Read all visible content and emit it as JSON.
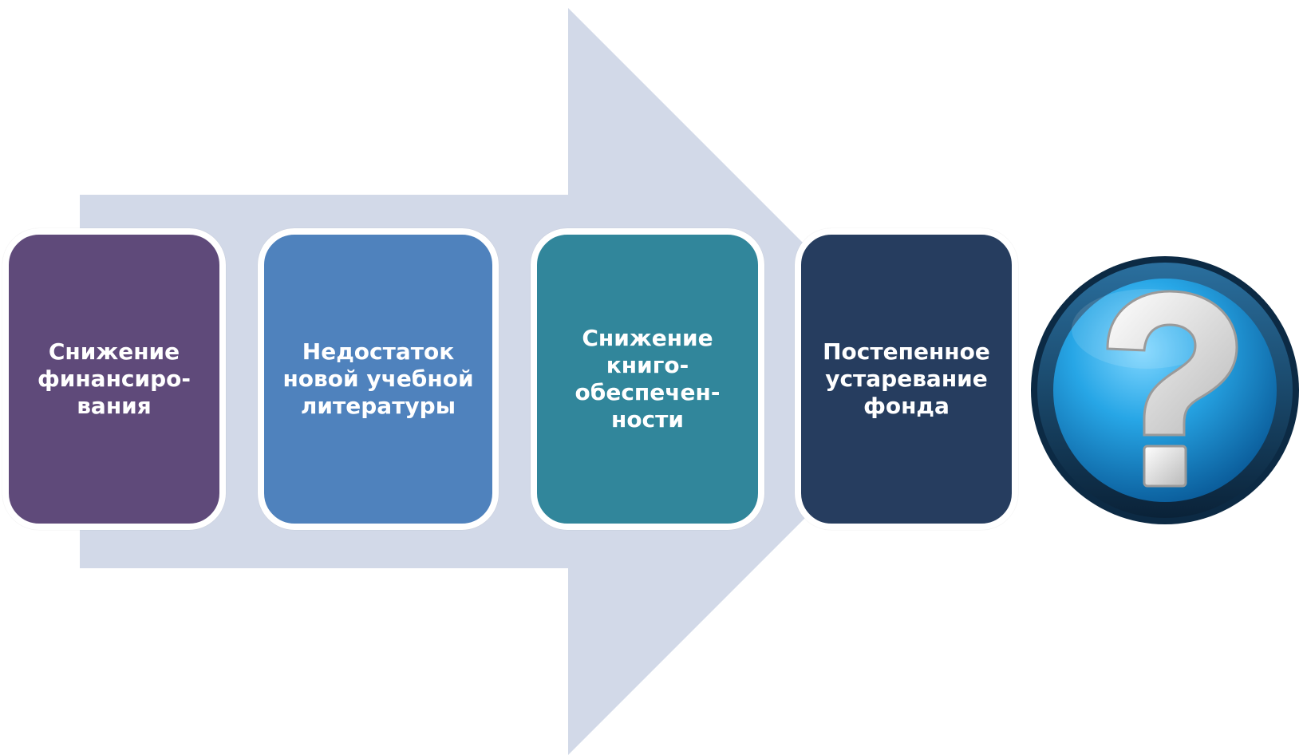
{
  "colors": {
    "arrow": "#d2d9e8",
    "box_border": "#ffffff",
    "text": "#ffffff",
    "icon_ring_outer": "#0c2a44",
    "icon_ring_inner": "#1e5d8c",
    "icon_fill": "#27a6e6",
    "icon_symbol": "#e8e8e8"
  },
  "steps": [
    {
      "text": "Снижение\nфинансиро-\nвания",
      "color": "#5f4a7a"
    },
    {
      "text": "Недостаток\nновой учебной\nлитературы",
      "color": "#4f82bd"
    },
    {
      "text": "Снижение\nкниго-\nобеспечен-\nности",
      "color": "#31869b"
    },
    {
      "text": "Постепенное\nустаревание\nфонда",
      "color": "#263d5f"
    }
  ],
  "icon": {
    "name": "question-mark-icon",
    "symbol": "?"
  }
}
